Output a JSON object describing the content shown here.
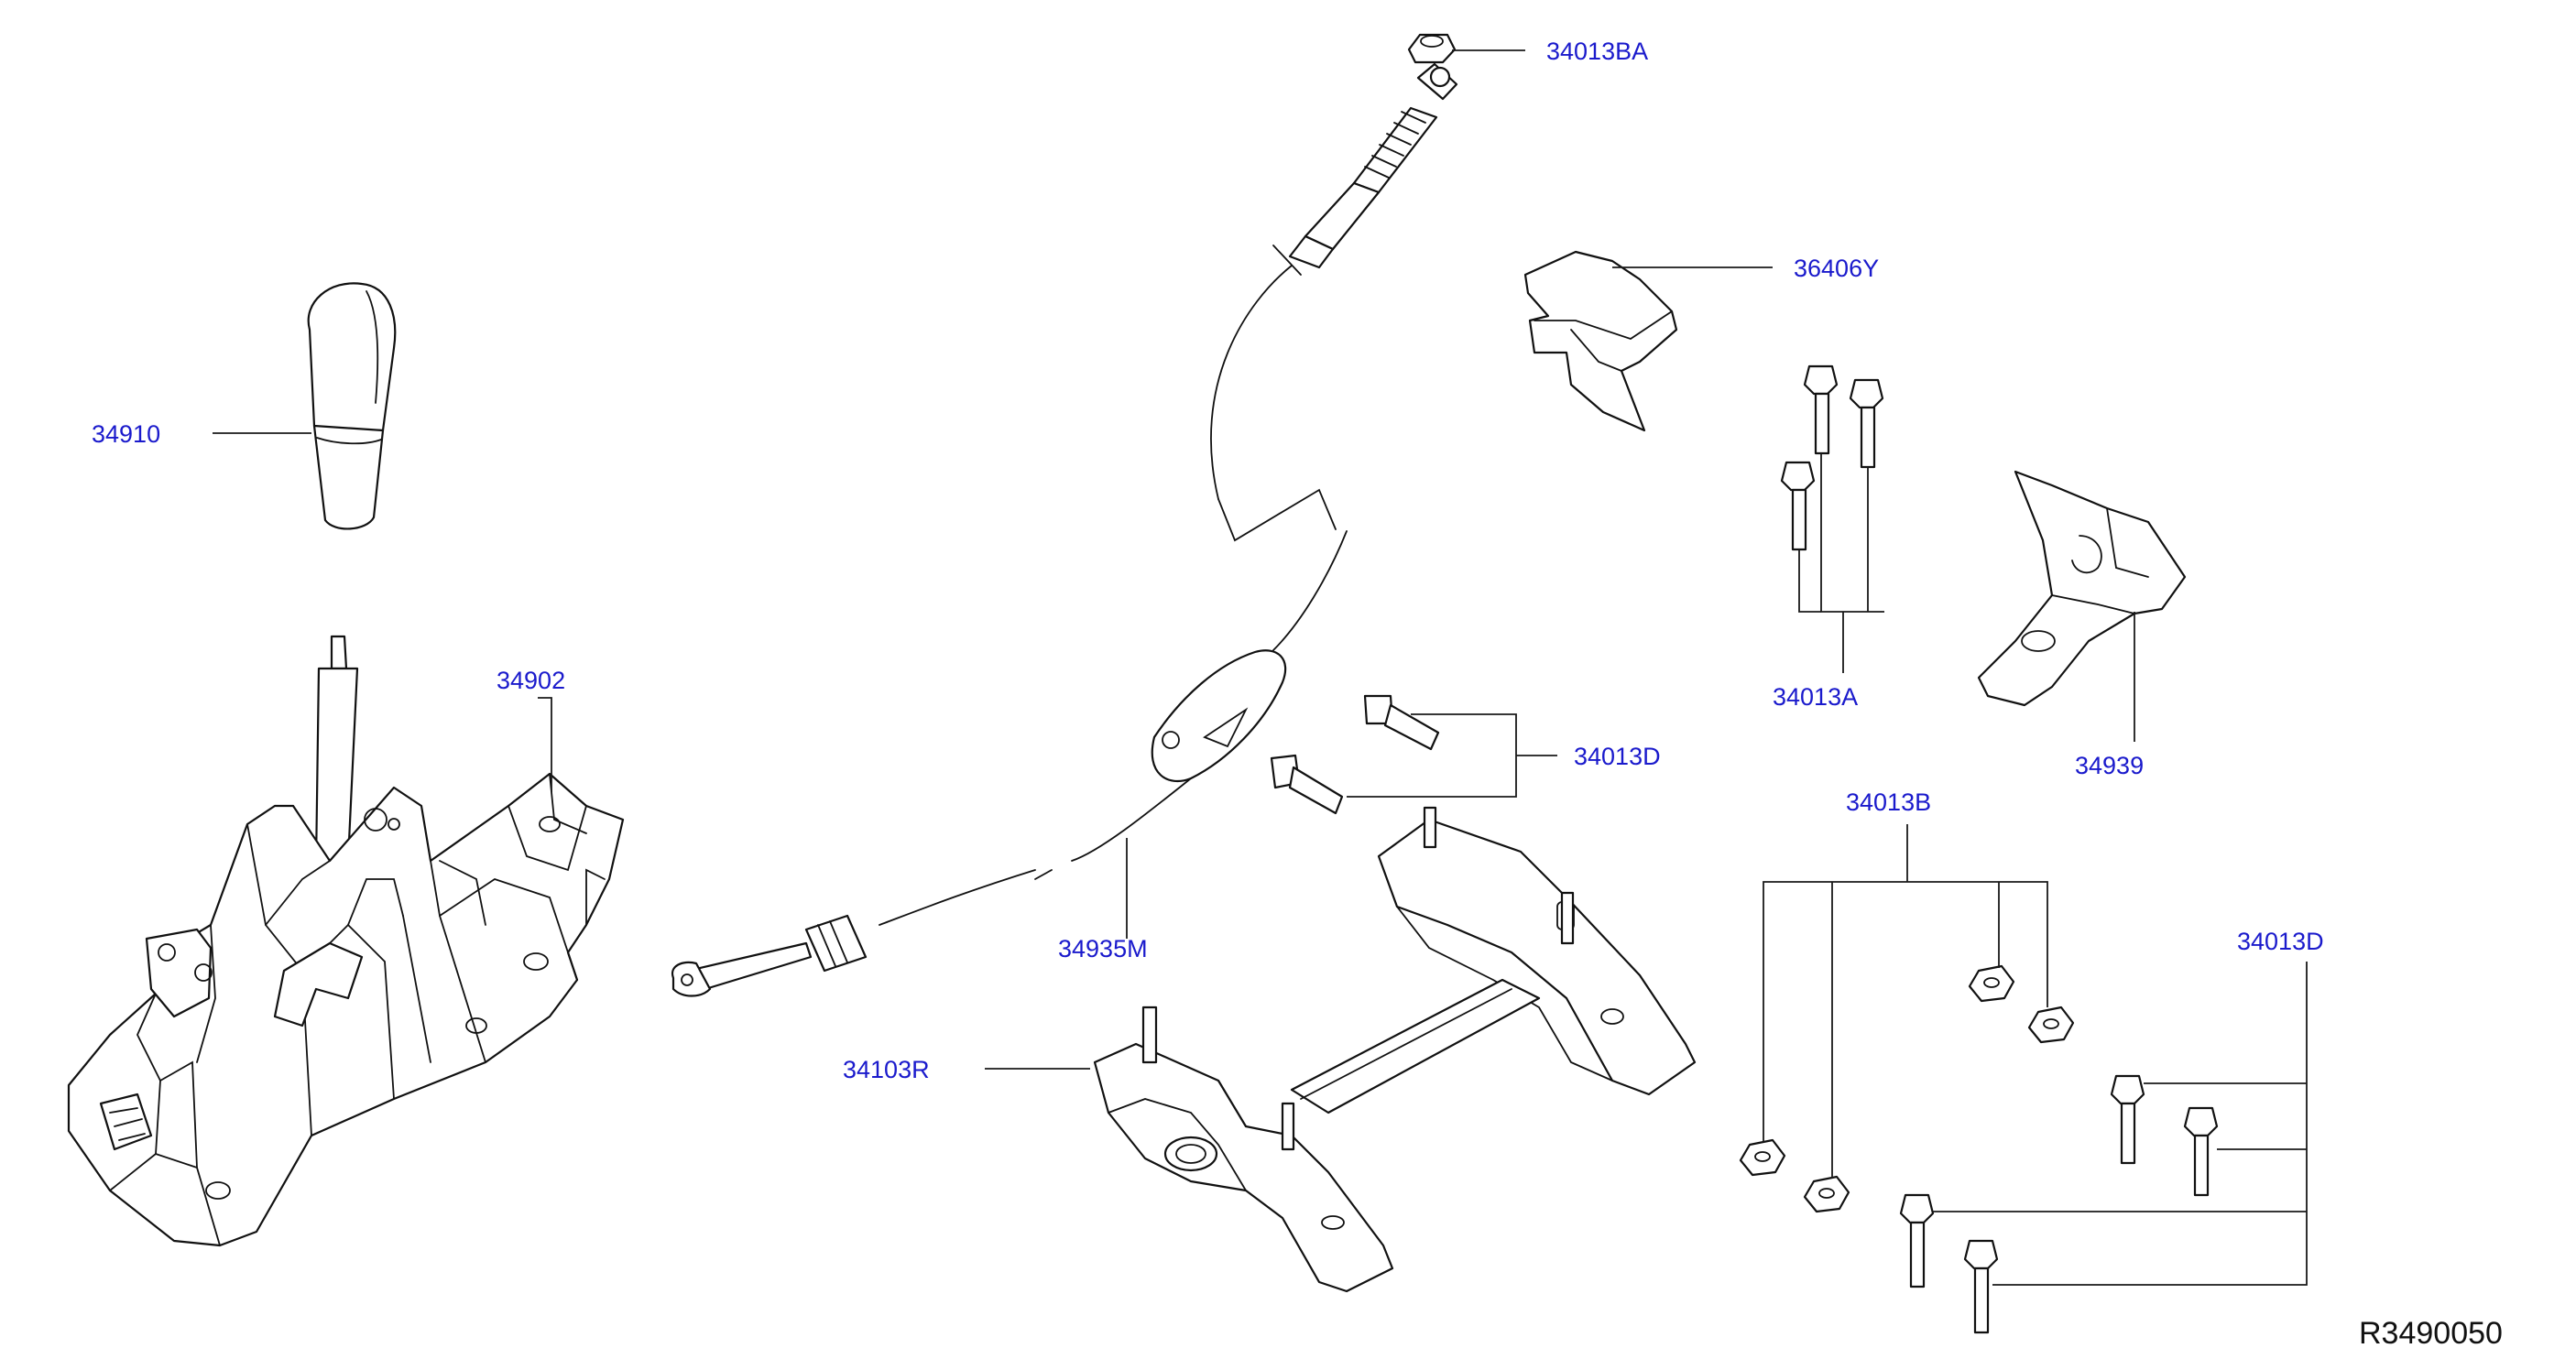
{
  "diagram": {
    "drawing_id": "R3490050",
    "callouts": {
      "knob": "34910",
      "shifter": "34902",
      "cable": "34935M",
      "bracket": "34103R",
      "nut_top": "34013BA",
      "cover": "36406Y",
      "bolts_a": "34013A",
      "bracket_small": "34939",
      "bolts_d_upper": "34013D",
      "nuts_b": "34013B",
      "bolts_d_lower": "34013D"
    }
  }
}
